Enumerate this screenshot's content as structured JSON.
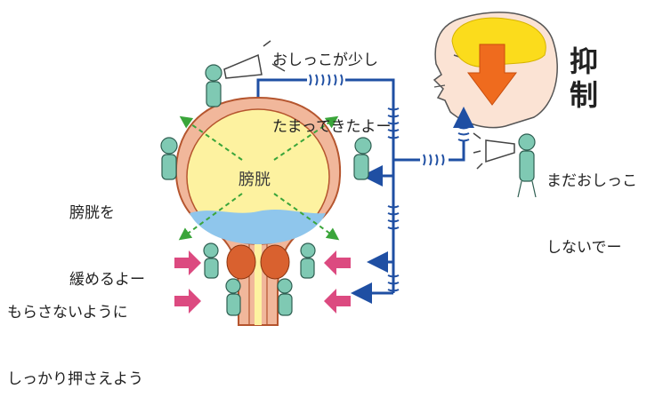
{
  "labels": {
    "brain_speech": [
      "おしっこが少し",
      "たまってきたよー"
    ],
    "inhibit": [
      "抑",
      "制"
    ],
    "nerve_speech": [
      "まだおしっこ",
      "しないでー"
    ],
    "relax_speech": [
      "膀胱を",
      "緩めるよー"
    ],
    "hold_speech": [
      "もらさないように",
      "しっかり押さえよう"
    ],
    "bladder": "膀胱"
  },
  "colors": {
    "bladder_fill": "#fdf2a0",
    "bladder_wall": "#b5552e",
    "wall_fill": "#f1b79b",
    "urine": "#8fc6ec",
    "sphincter": "#d9612f",
    "nerve": "#1f4fa3",
    "inhibit_arrow": "#ef6b1e",
    "brain": "#fbdc1c",
    "head_skin": "#fbe3d4",
    "push_arrow": "#dc4a80",
    "expand_arrow": "#3aa53a",
    "worker": "#7fc9b3"
  },
  "icons": [
    "head-icon",
    "brain-icon",
    "megaphone-icon",
    "worker-icon"
  ]
}
